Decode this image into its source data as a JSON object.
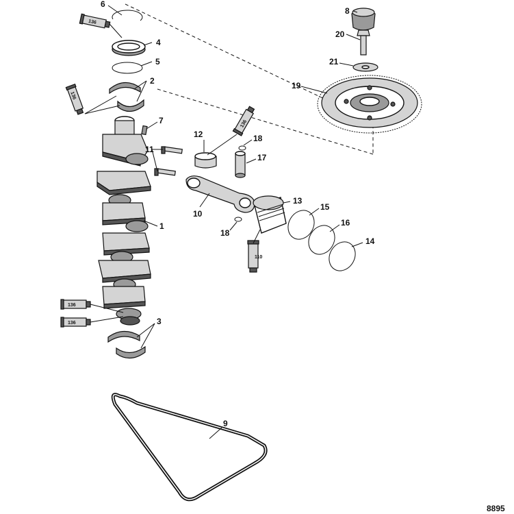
{
  "diagram": {
    "reference_number": "8895",
    "callouts": {
      "c1": "1",
      "c2": "2",
      "c3": "3",
      "c4": "4",
      "c5": "5",
      "c6": "6",
      "c7": "7",
      "c8": "8",
      "c9": "9",
      "c10": "10",
      "c11": "11",
      "c12": "12",
      "c13": "13",
      "c14": "14",
      "c15": "15",
      "c16": "16",
      "c17": "17",
      "c18a": "18",
      "c18b": "18",
      "c19": "19",
      "c20": "20",
      "c21": "21"
    },
    "tubes": {
      "t1": "136",
      "t2": "136",
      "t3": "136",
      "t4": "110",
      "t5": "136",
      "t6": "136"
    }
  }
}
